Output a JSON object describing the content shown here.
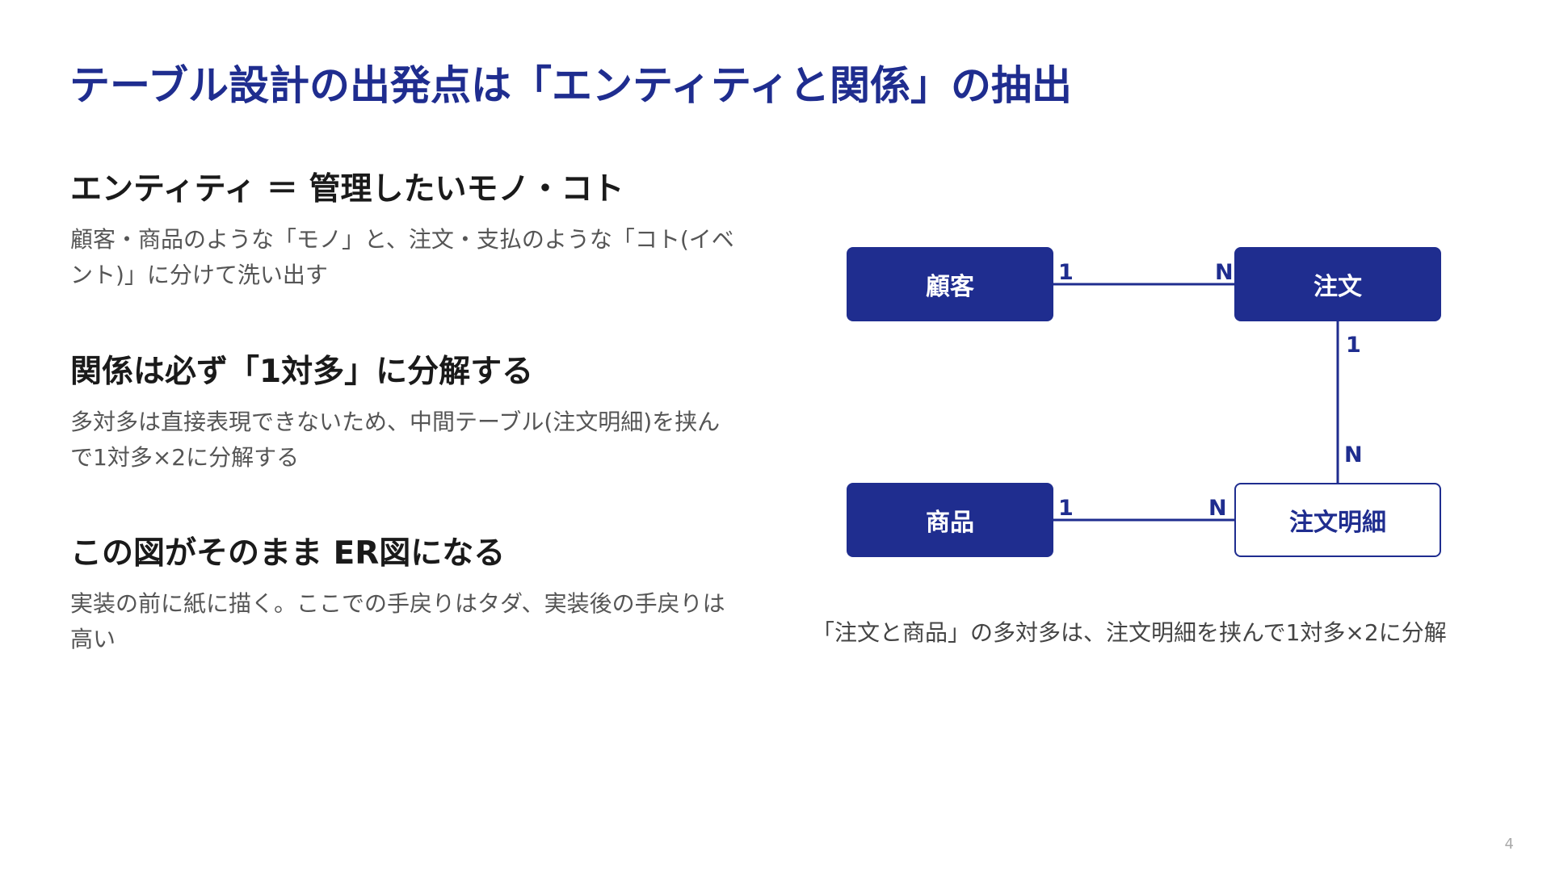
{
  "title": "テーブル設計の出発点は「エンティティと関係」の抽出",
  "points": [
    {
      "heading": "エンティティ ＝ 管理したいモノ・コト",
      "body": "顧客・商品のような「モノ」と、注文・支払のような「コト(イベント)」に分けて洗い出す"
    },
    {
      "heading": "関係は必ず「1対多」に分解する",
      "body": "多対多は直接表現できないため、中間テーブル(注文明細)を挟んで1対多×2に分解する"
    },
    {
      "heading": "この図がそのまま ER図になる",
      "body": "実装の前に紙に描く。ここでの手戻りはタダ、実装後の手戻りは高い"
    }
  ],
  "diagram": {
    "entities": {
      "customer": "顧客",
      "order": "注文",
      "product": "商品",
      "order_detail": "注文明細"
    },
    "relations": [
      {
        "from": "customer",
        "to": "order",
        "from_card": "1",
        "to_card": "N"
      },
      {
        "from": "order",
        "to": "order_detail",
        "from_card": "1",
        "to_card": "N"
      },
      {
        "from": "product",
        "to": "order_detail",
        "from_card": "1",
        "to_card": "N"
      }
    ],
    "caption": "「注文と商品」の多対多は、注文明細を挟んで1対多×2に分解"
  },
  "colors": {
    "accent": "#1f2d8f",
    "heading": "#1a1a1a",
    "body": "#555555"
  },
  "page_number": "4"
}
